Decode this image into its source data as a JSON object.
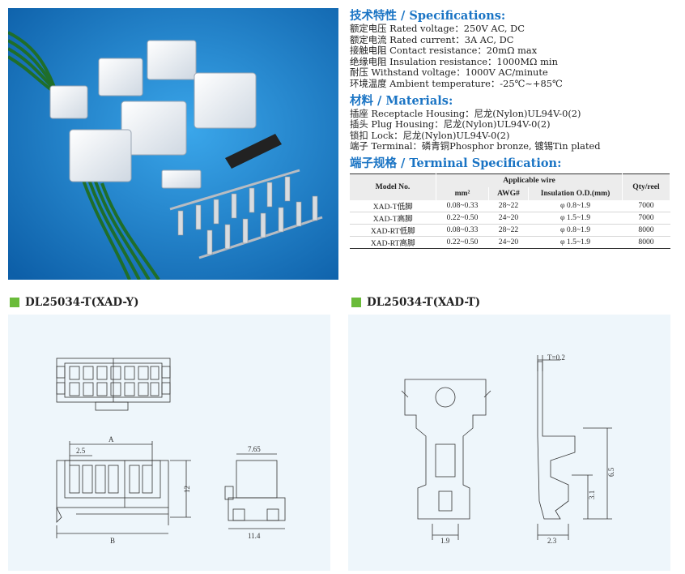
{
  "specifications": {
    "title": "技术特性 / Specifications:",
    "lines": [
      "额定电压 Rated voltage：250V AC, DC",
      "额定电流 Rated current：3A AC, DC",
      "接触电阻 Contact resistance：20mΩ max",
      "绝缘电阻 Insulation resistance：1000MΩ min",
      "耐压 Withstand voltage：1000V AC/minute",
      "环境温度 Ambient temperature：-25℃~+85℃"
    ]
  },
  "materials": {
    "title": "材料 / Materials:",
    "lines": [
      "插座 Receptacle Housing：尼龙(Nylon)UL94V-0(2)",
      "插头 Plug Housing：尼龙(Nylon)UL94V-0(2)",
      "锁扣 Lock：尼龙(Nylon)UL94V-0(2)",
      "端子 Terminal：磷青铜Phosphor bronze, 镀锡Tin plated"
    ]
  },
  "terminal": {
    "title": "端子规格 / Terminal Specification:",
    "head_model": "Model No.",
    "head_wire": "Applicable wire",
    "head_qty": "Qty/reel",
    "head_mm2": "mm²",
    "head_awg": "AWG#",
    "head_od": "Insulation O.D.(mm)",
    "rows": [
      {
        "model": "XAD-T低脚",
        "mm2": "0.08~0.33",
        "awg": "28~22",
        "od": "φ 0.8~1.9",
        "qty": "7000"
      },
      {
        "model": "XAD-T高脚",
        "mm2": "0.22~0.50",
        "awg": "24~20",
        "od": "φ 1.5~1.9",
        "qty": "7000"
      },
      {
        "model": "XAD-RT低脚",
        "mm2": "0.08~0.33",
        "awg": "28~22",
        "od": "φ 0.8~1.9",
        "qty": "8000"
      },
      {
        "model": "XAD-RT高脚",
        "mm2": "0.22~0.50",
        "awg": "24~20",
        "od": "φ 1.5~1.9",
        "qty": "8000"
      }
    ]
  },
  "drawing_left": {
    "title": "DL25034-T(XAD-Y)",
    "dim_pitch": "2.5",
    "dim_a": "A",
    "dim_b": "B",
    "dim_height": "12",
    "dim_side_top": "7.65",
    "dim_side_bottom": "11.4"
  },
  "drawing_right": {
    "title": "DL25034-T(XAD-T)",
    "dim_t": "T=0.2",
    "dim_width": "1.9",
    "dim_total_height": "6.5",
    "dim_low_height": "3.1",
    "dim_side_width": "2.3"
  },
  "colors": {
    "accent": "#1a74c4",
    "square": "#6abb3a",
    "photo_bg": "#1a80c8",
    "drawing_bg": "#eef6fb"
  }
}
